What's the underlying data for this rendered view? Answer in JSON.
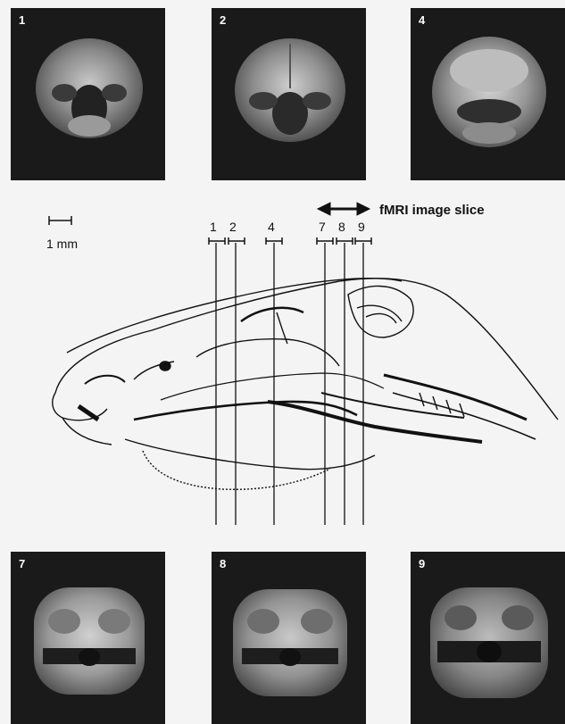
{
  "panels_top": [
    {
      "label": "1"
    },
    {
      "label": "2"
    },
    {
      "label": "4"
    }
  ],
  "panels_bottom": [
    {
      "label": "7"
    },
    {
      "label": "8"
    },
    {
      "label": "9"
    }
  ],
  "scale_bar": {
    "label": "1 mm"
  },
  "legend": {
    "label": "fMRI image slice"
  },
  "slice_markers": [
    "1",
    "2",
    "4",
    "7",
    "8",
    "9"
  ]
}
